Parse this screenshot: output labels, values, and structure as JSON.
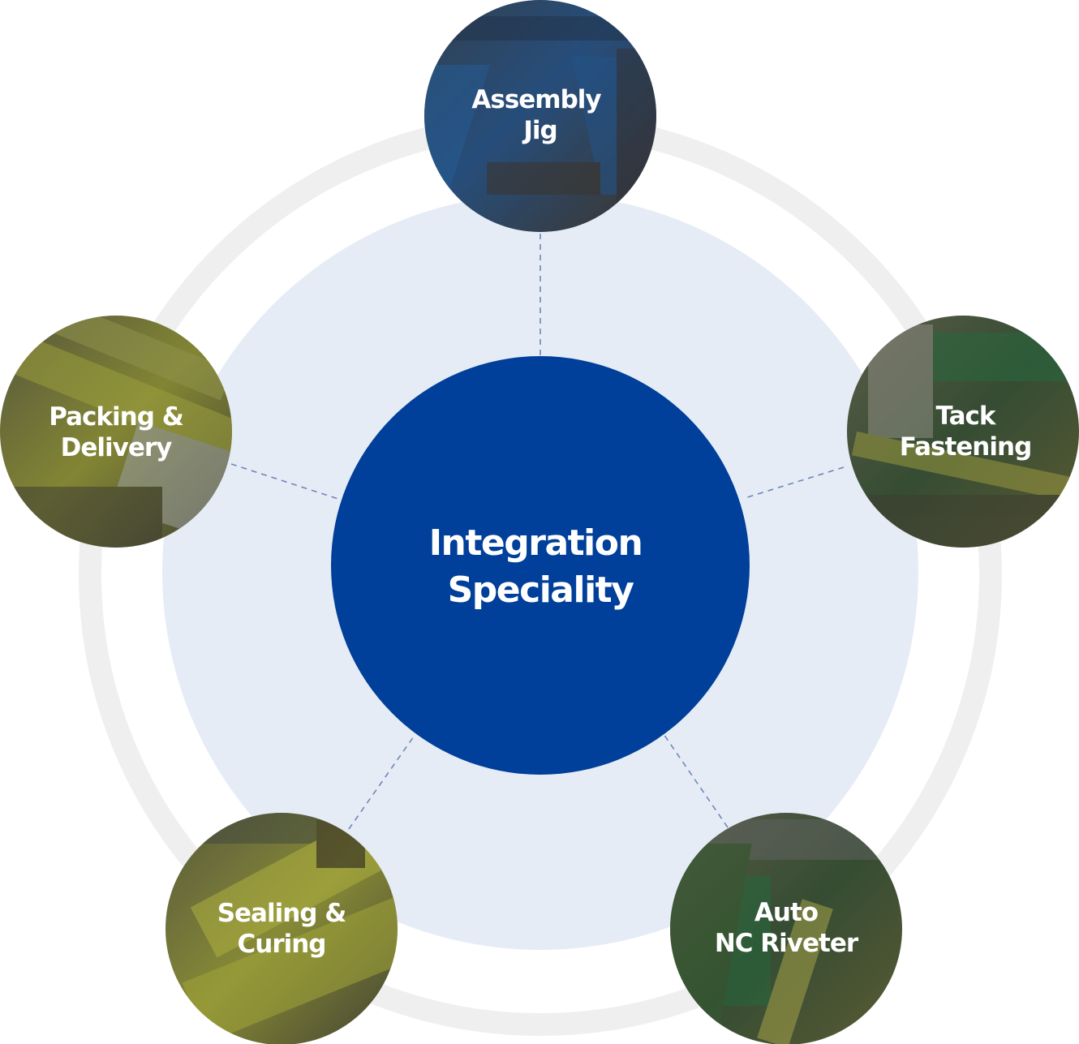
{
  "center": {
    "line1": "Integration",
    "line2": "Speciality"
  },
  "nodes": [
    {
      "id": "assembly-jig",
      "line1": "Assembly",
      "line2": "Jig",
      "photo": "blue-factory-floor"
    },
    {
      "id": "tack-fastening",
      "line1": "Tack",
      "line2": "Fastening",
      "photo": "green-machinery"
    },
    {
      "id": "auto-nc-riveter",
      "line1": "Auto",
      "line2": "NC Riveter",
      "photo": "green-machinery"
    },
    {
      "id": "sealing-curing",
      "line1": "Sealing &",
      "line2": "Curing",
      "photo": "yellow-parts"
    },
    {
      "id": "packing-delivery",
      "line1": "Packing &",
      "line2": "Delivery",
      "photo": "yellow-parts"
    }
  ],
  "colors": {
    "center_fill": "#003f9a",
    "inner_disc": "#e6ecf6",
    "outer_ring": "#efefef",
    "connector": "#6f86b8",
    "node_label": "#ffffff"
  }
}
